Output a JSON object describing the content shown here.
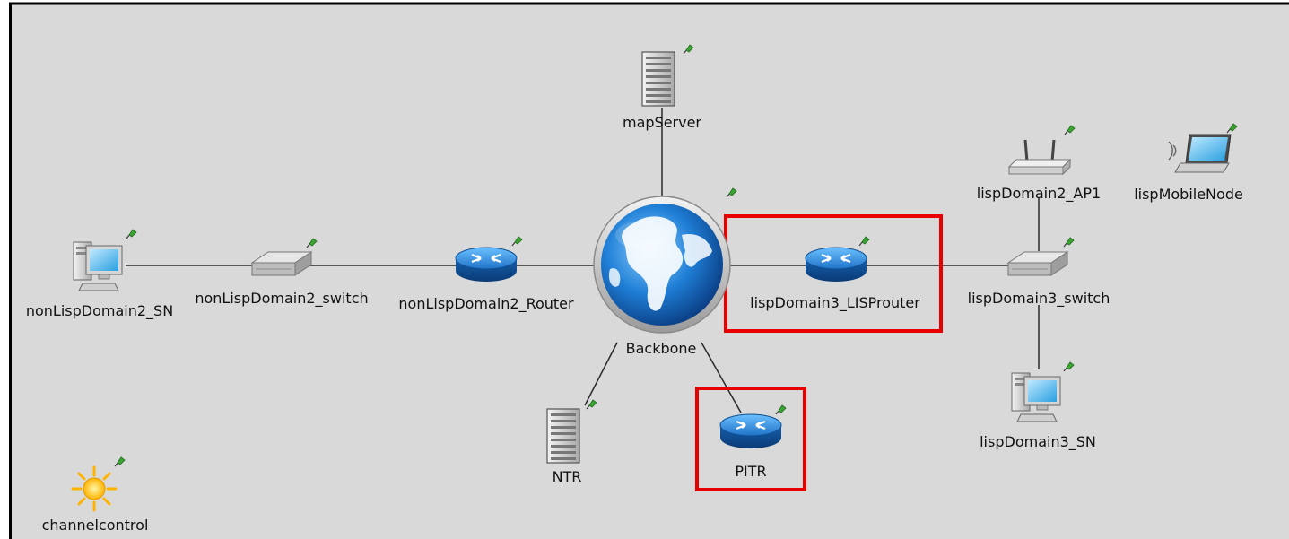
{
  "colors": {
    "canvas_background": "#d9d9d9",
    "frame": "#000000",
    "link": "#2a2a2a",
    "highlight": "#e60000"
  },
  "nodes": {
    "mapServer": {
      "label": "mapServer",
      "icon": "server-tower-icon"
    },
    "backbone": {
      "label": "Backbone",
      "icon": "globe-icon"
    },
    "ntr": {
      "label": "NTR",
      "icon": "server-tower-icon"
    },
    "pitr": {
      "label": "PITR",
      "icon": "router-icon"
    },
    "nonLispDomain2_SN": {
      "label": "nonLispDomain2_SN",
      "icon": "desktop-computer-icon"
    },
    "nonLispDomain2_switch": {
      "label": "nonLispDomain2_switch",
      "icon": "switch-icon"
    },
    "nonLispDomain2_Router": {
      "label": "nonLispDomain2_Router",
      "icon": "router-icon"
    },
    "lispDomain3_LISProuter": {
      "label": "lispDomain3_LISProuter",
      "icon": "router-icon"
    },
    "lispDomain3_switch": {
      "label": "lispDomain3_switch",
      "icon": "switch-icon"
    },
    "lispDomain2_AP1": {
      "label": "lispDomain2_AP1",
      "icon": "access-point-icon"
    },
    "lispDomain3_SN": {
      "label": "lispDomain3_SN",
      "icon": "desktop-computer-icon"
    },
    "lispMobileNode": {
      "label": "lispMobileNode",
      "icon": "laptop-icon"
    },
    "channelcontrol": {
      "label": "channelcontrol",
      "icon": "sun-icon"
    }
  },
  "highlighted_nodes": [
    "lispDomain3_LISProuter",
    "PITR"
  ]
}
